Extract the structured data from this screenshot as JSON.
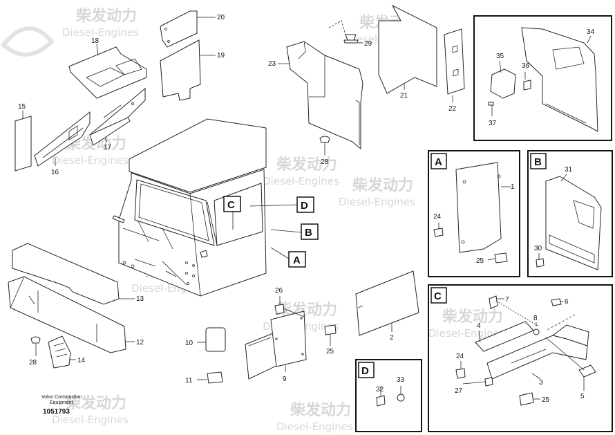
{
  "watermark": {
    "brand": "柴发动力",
    "brand_sub": "Diesel-Engines"
  },
  "caption": {
    "maker": "Volvo Construction",
    "maker_line2": "Equipment",
    "drawing_number": "1051793"
  },
  "callouts": {
    "n1": "1",
    "n2": "2",
    "n3": "3",
    "n4": "4",
    "n5": "5",
    "n6": "6",
    "n7": "7",
    "n8": "8",
    "n9": "9",
    "n10": "10",
    "n11": "11",
    "n12": "12",
    "n13": "13",
    "n14": "14",
    "n15": "15",
    "n16": "16",
    "n17": "17",
    "n18": "18",
    "n19": "19",
    "n20": "20",
    "n21": "21",
    "n22": "22",
    "n23": "23",
    "n24a": "24",
    "n24b": "24",
    "n25a": "25",
    "n25b": "25",
    "n25c": "25",
    "n26": "26",
    "n27": "27",
    "n28a": "28",
    "n28b": "28",
    "n29": "29",
    "n30": "30",
    "n31": "31",
    "n32": "32",
    "n33": "33",
    "n34": "34",
    "n35": "35",
    "n36": "36",
    "n37": "37"
  },
  "detail_labels": {
    "A": "A",
    "B": "B",
    "C": "C",
    "D": "D"
  }
}
